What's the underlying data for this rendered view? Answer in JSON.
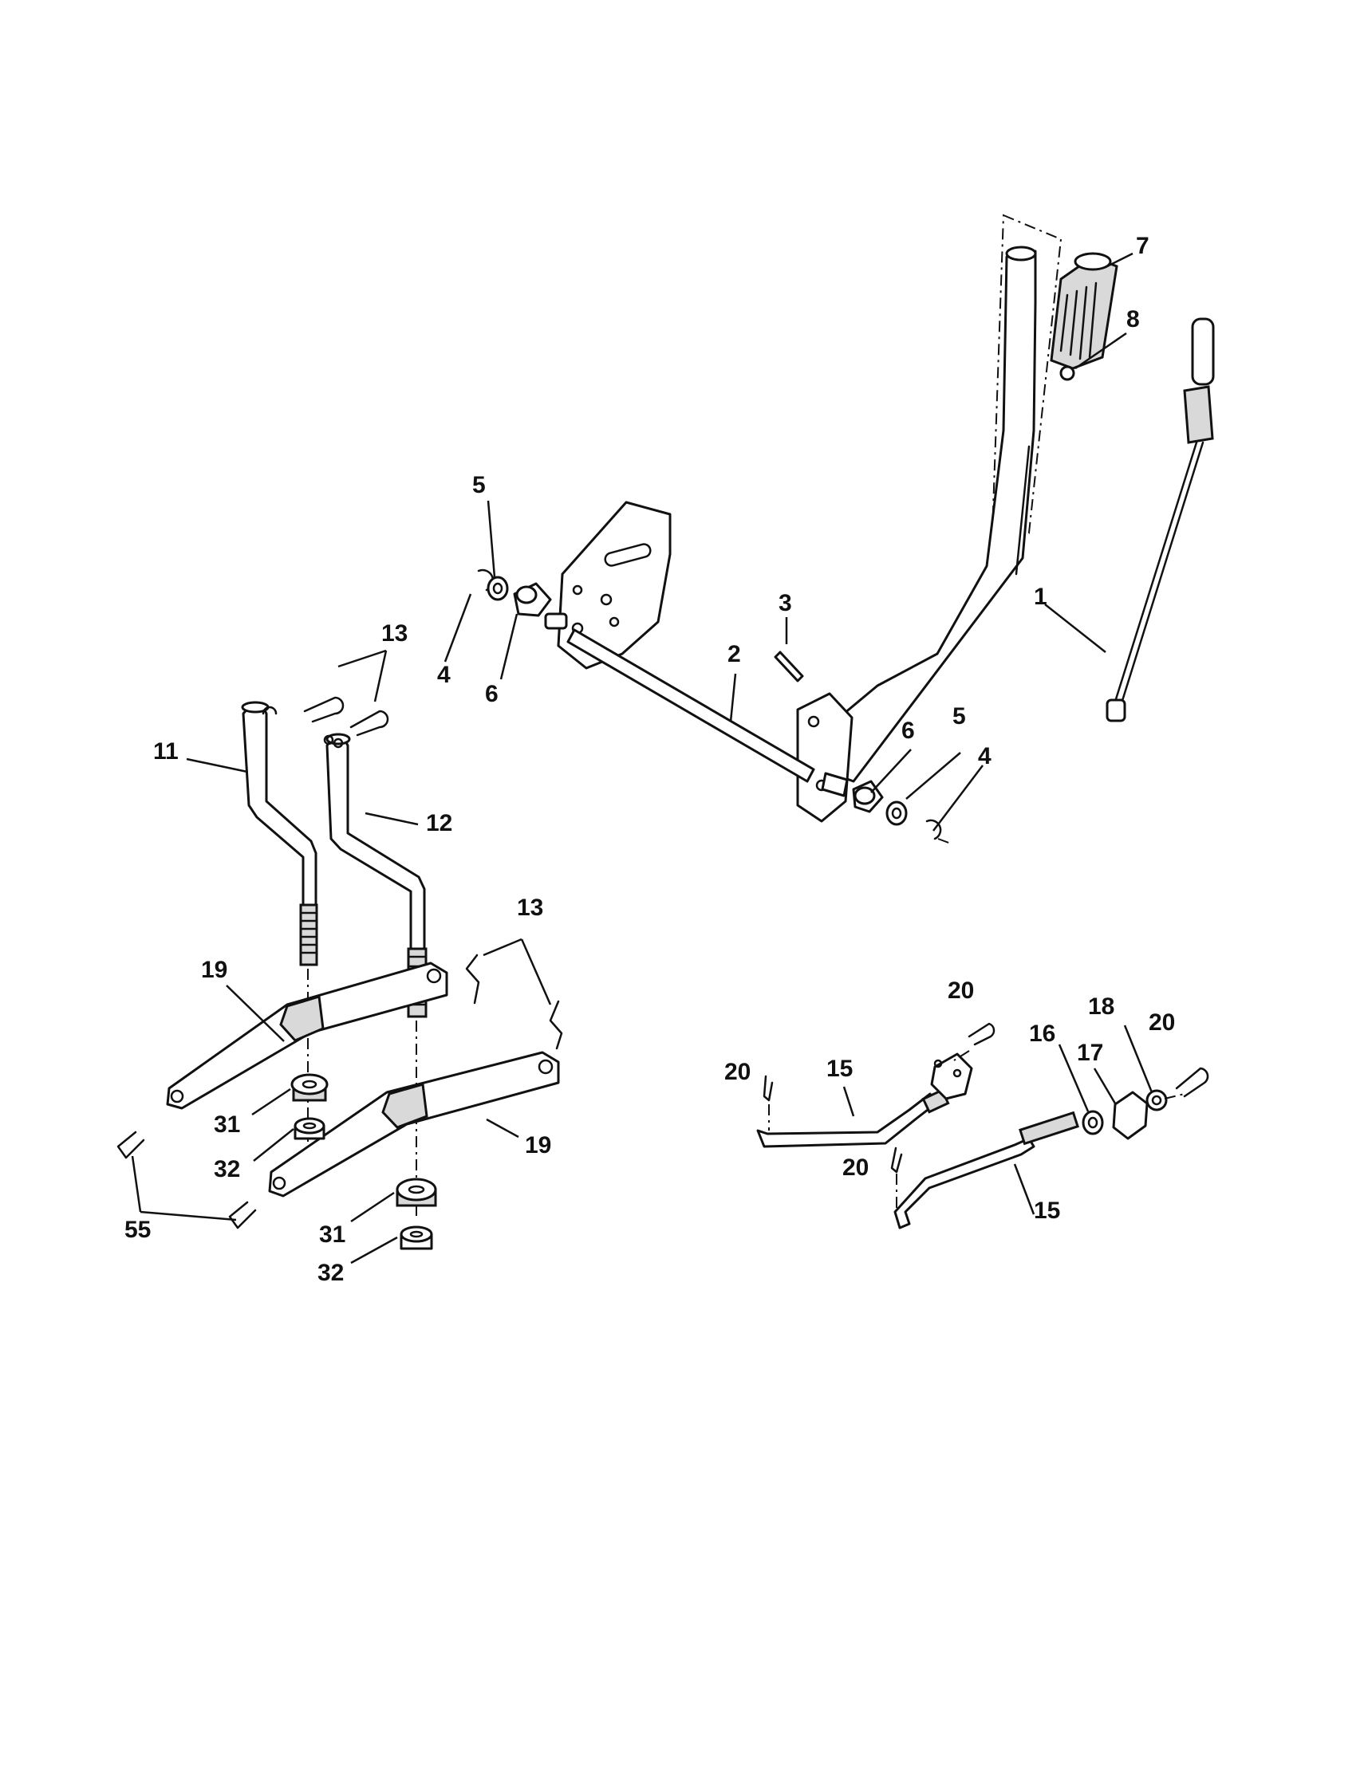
{
  "diagram": {
    "callouts": {
      "c1": "1",
      "c2": "2",
      "c3": "3",
      "c4a": "4",
      "c4b": "4",
      "c5a": "5",
      "c5b": "5",
      "c6a": "6",
      "c6b": "6",
      "c7": "7",
      "c8": "8",
      "c11": "11",
      "c12": "12",
      "c13a": "13",
      "c13b": "13",
      "c15a": "15",
      "c15b": "15",
      "c16": "16",
      "c17": "17",
      "c18": "18",
      "c19a": "19",
      "c19b": "19",
      "c20a": "20",
      "c20b": "20",
      "c20c": "20",
      "c20d": "20",
      "c31a": "31",
      "c31b": "31",
      "c32a": "32",
      "c32b": "32",
      "c55": "55"
    }
  }
}
